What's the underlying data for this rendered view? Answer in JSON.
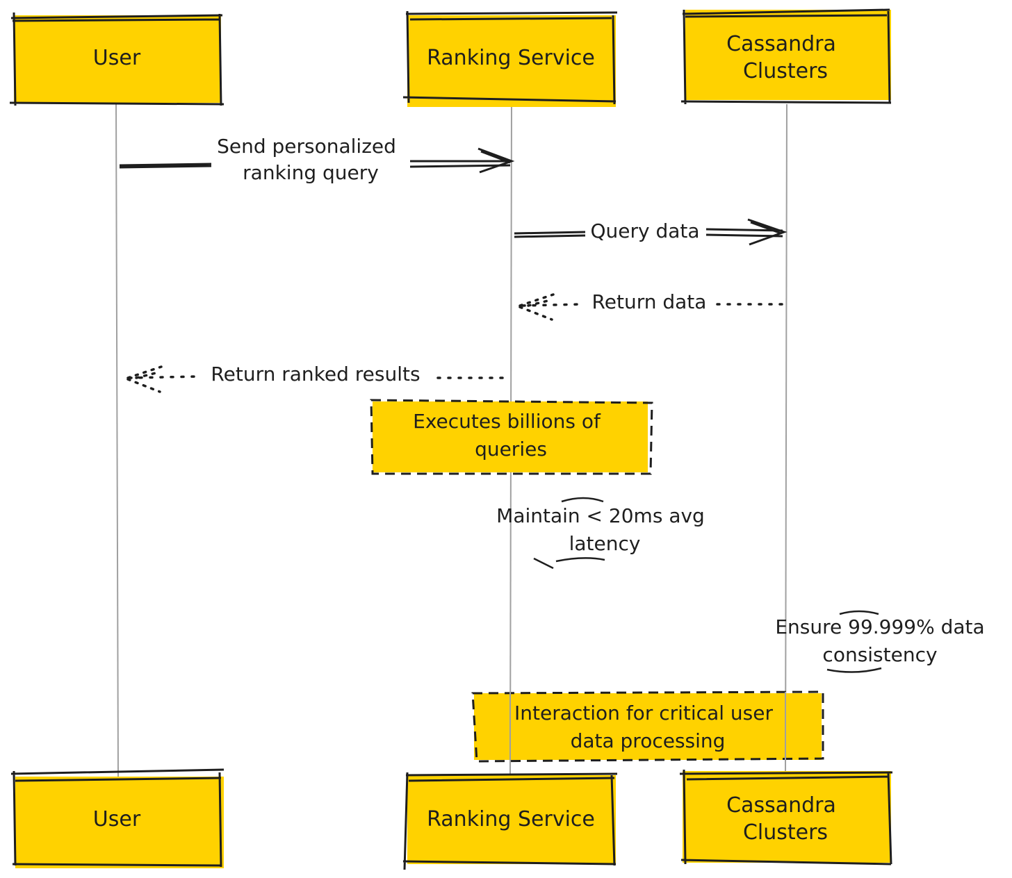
{
  "colors": {
    "box_fill": "#FFD200",
    "stroke": "#1e1e1e",
    "lifeline": "#a0a0a0",
    "background": "#ffffff"
  },
  "participants": [
    {
      "id": "user",
      "lines": [
        "User"
      ]
    },
    {
      "id": "ranking",
      "lines": [
        "Ranking Service"
      ]
    },
    {
      "id": "cassandra",
      "lines": [
        "Cassandra",
        "Clusters"
      ]
    }
  ],
  "messages": [
    {
      "from": "user",
      "to": "ranking",
      "style": "solid",
      "lines": [
        "Send personalized",
        "ranking query"
      ]
    },
    {
      "from": "ranking",
      "to": "cassandra",
      "style": "solid",
      "lines": [
        "Query data"
      ]
    },
    {
      "from": "cassandra",
      "to": "ranking",
      "style": "dotted",
      "lines": [
        "Return data"
      ]
    },
    {
      "from": "ranking",
      "to": "user",
      "style": "dotted",
      "lines": [
        "Return ranked results"
      ]
    }
  ],
  "notes": [
    {
      "id": "executes",
      "kind": "box",
      "lines": [
        "Executes billions of",
        "queries"
      ]
    },
    {
      "id": "latency",
      "kind": "plain",
      "lines": [
        "Maintain < 20ms avg",
        "latency"
      ]
    },
    {
      "id": "consistency",
      "kind": "plain",
      "lines": [
        "Ensure 99.999% data",
        "consistency"
      ]
    },
    {
      "id": "interaction",
      "kind": "box",
      "lines": [
        "Interaction for critical user",
        "data processing"
      ]
    }
  ]
}
